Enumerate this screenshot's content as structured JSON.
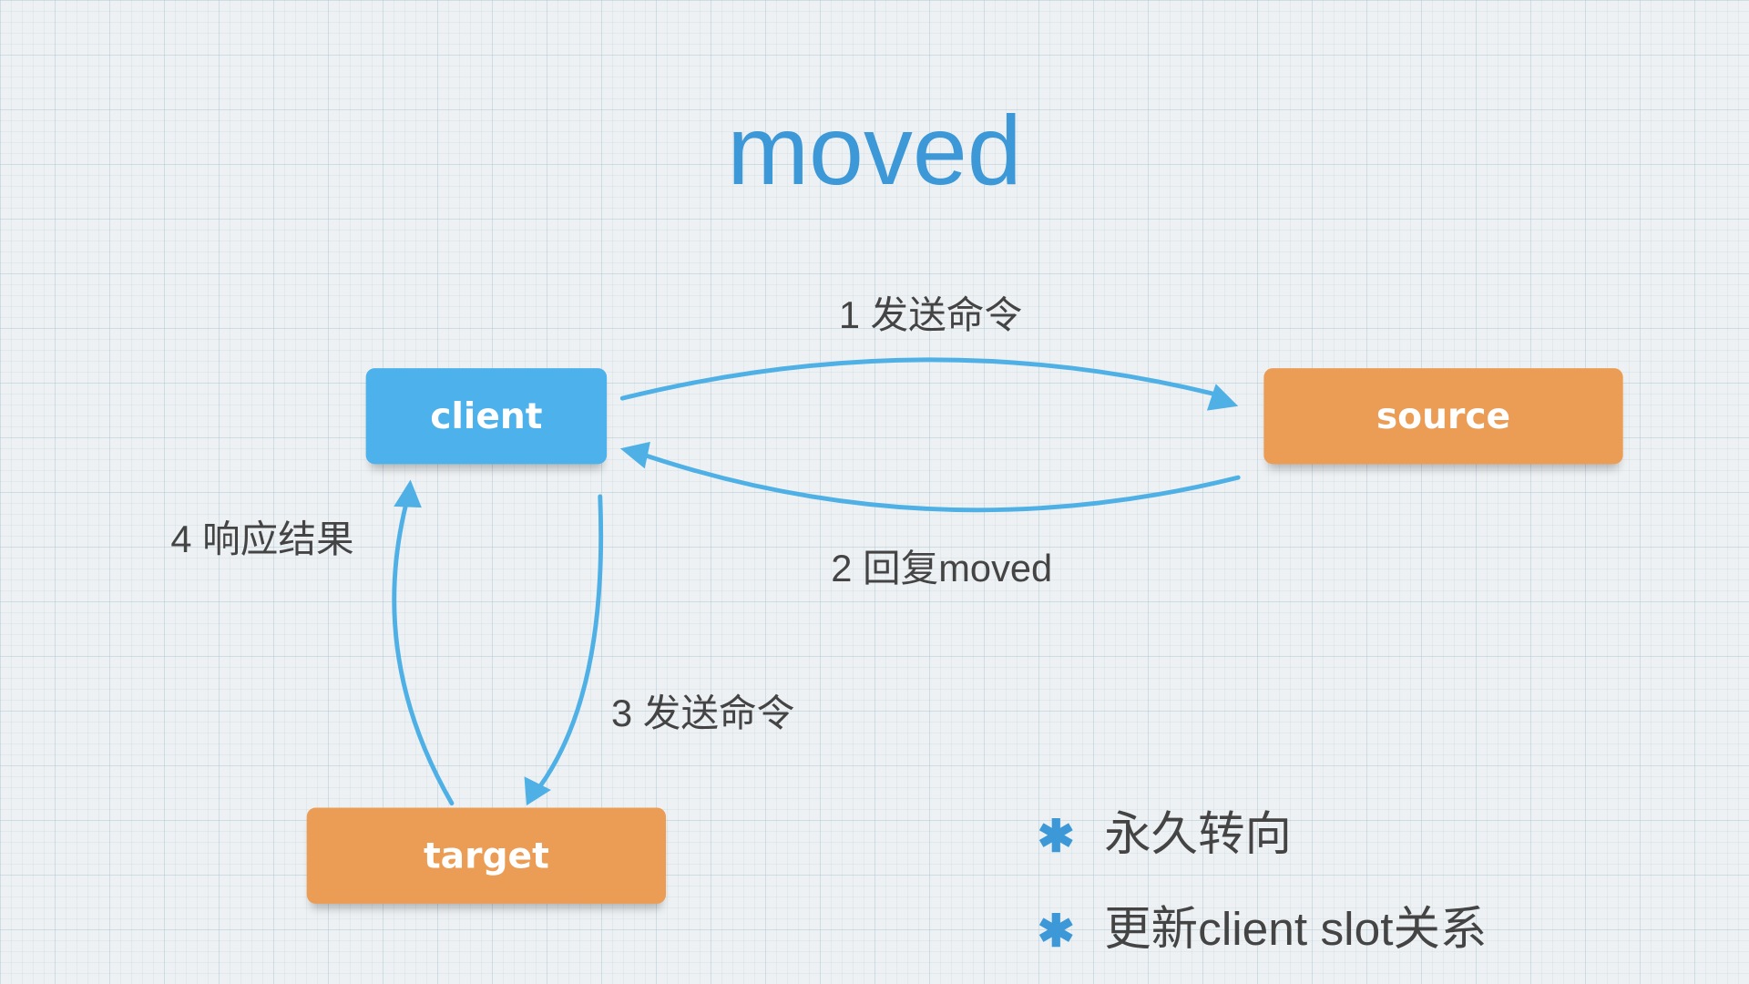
{
  "title": "moved",
  "colors": {
    "blue": "#4db1ec",
    "orange": "#eb9d56",
    "arrow": "#4fb0e6",
    "title": "#3d98d8"
  },
  "nodes": {
    "client": "client",
    "source": "source",
    "target": "target"
  },
  "edges": {
    "e1": "1 发送命令",
    "e2": "2 回复moved",
    "e3": "3 发送命令",
    "e4": "4 响应结果"
  },
  "bullets": [
    {
      "icon": "asterisk-icon",
      "text": "永久转向"
    },
    {
      "icon": "asterisk-icon",
      "text": "更新client slot关系"
    }
  ]
}
